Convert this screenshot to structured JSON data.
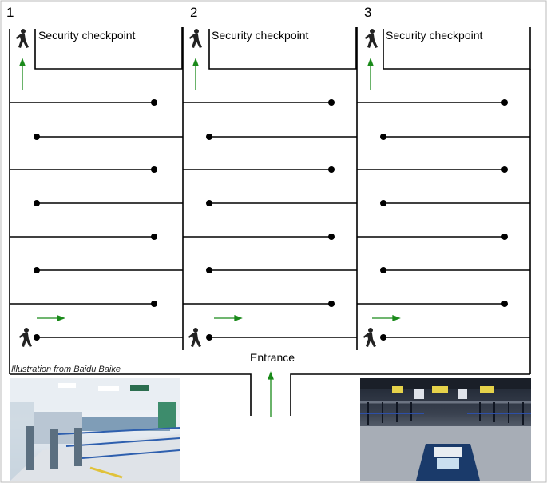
{
  "lanes": [
    {
      "number": "1",
      "checkpoint_label": "Security checkpoint"
    },
    {
      "number": "2",
      "checkpoint_label": "Security checkpoint"
    },
    {
      "number": "3",
      "checkpoint_label": "Security checkpoint"
    }
  ],
  "entrance_label": "Entrance",
  "caption": "Illustration from Baidu Baike",
  "photos": [
    {
      "name": "terminal-photo-left"
    },
    {
      "name": "terminal-photo-right"
    }
  ],
  "colors": {
    "lines": "#000000",
    "arrows": "#1a8a1a",
    "border": "#bbbbbb"
  },
  "icons": [
    "walking-person-icon",
    "green-arrow-icon",
    "post-dot-icon"
  ]
}
